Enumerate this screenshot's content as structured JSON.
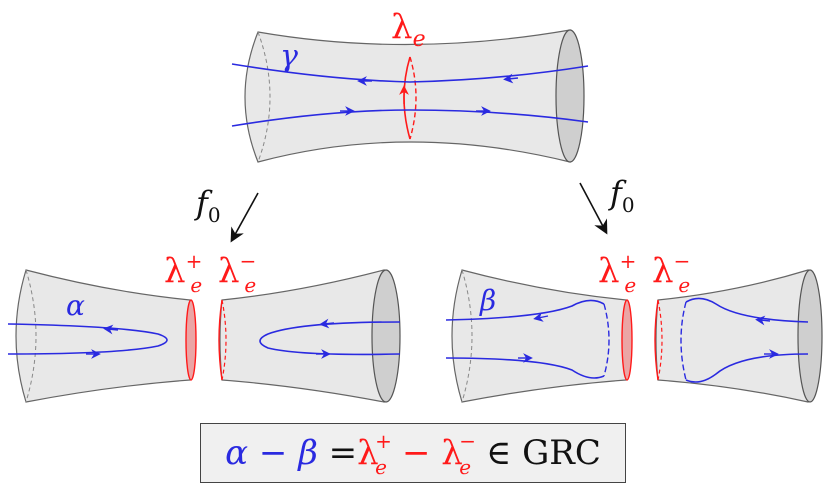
{
  "labels": {
    "lambda_e": "λ",
    "lambda_e_sub": "e",
    "gamma": "γ",
    "alpha": "α",
    "beta": "β",
    "f0_left": "f",
    "f0_left_sub": "0",
    "f0_right": "f",
    "f0_right_sub": "0",
    "lambda_plus": "λ",
    "lambda_plus_sup": "+",
    "lambda_plus_sub": "e",
    "lambda_minus": "λ",
    "lambda_minus_sup": "−",
    "lambda_minus_sub": "e",
    "lambda_plus_r": "λ",
    "lambda_plus_r_sup": "+",
    "lambda_plus_r_sub": "e",
    "lambda_minus_r": "λ",
    "lambda_minus_r_sup": "−",
    "lambda_minus_r_sub": "e"
  },
  "formula": {
    "alpha": "α",
    "minus1": " − ",
    "beta": "β",
    "equals": " =",
    "lam1": "λ",
    "lam1_sup": "+",
    "lam1_sub": "e",
    "minus2": " − ",
    "lam2": "λ",
    "lam2_sup": "−",
    "lam2_sub": "e",
    "in": " ∈ ",
    "grc": "GRC"
  },
  "colors": {
    "curve": "#2a2ae0",
    "lambda": "#ff1a1a",
    "surface": "#e8e8e8",
    "end_cap": "#cfcfcf"
  }
}
